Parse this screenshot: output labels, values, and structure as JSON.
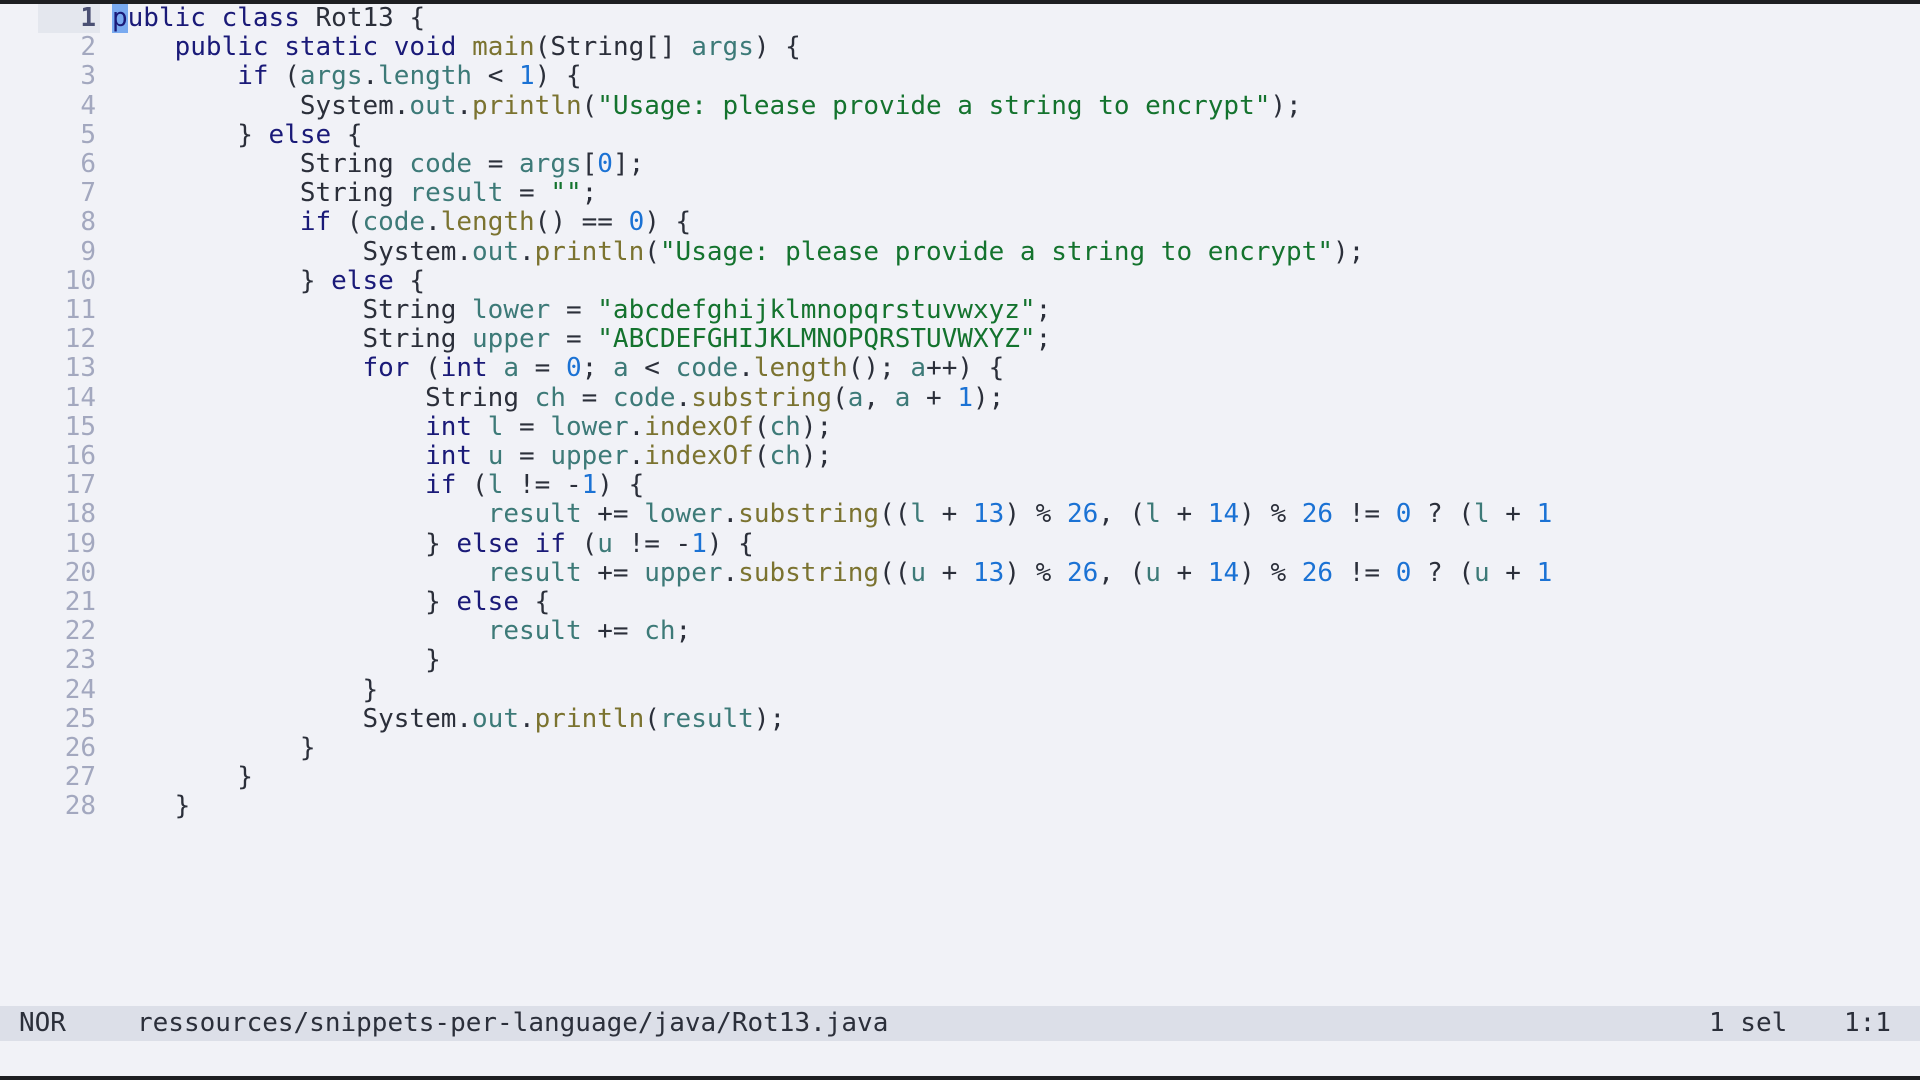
{
  "editor": {
    "mode": "NOR",
    "file_path": "ressources/snippets-per-language/java/Rot13.java",
    "selection_count": "1 sel",
    "cursor_position": "1:1",
    "active_line": 1,
    "colors": {
      "background": "#f1f2f7",
      "keyword": "#1a1a78",
      "function": "#7b7330",
      "variable": "#3d7a78",
      "number": "#1b72d4",
      "string": "#14732e",
      "text": "#2b2f3a",
      "gutter": "#a3a8bf",
      "statusbar": "#dcdfe8",
      "cursor": "#79aaf0"
    },
    "lines": [
      {
        "n": "1",
        "text": "public class Rot13 {"
      },
      {
        "n": "2",
        "text": "    public static void main(String[] args) {"
      },
      {
        "n": "3",
        "text": "        if (args.length < 1) {"
      },
      {
        "n": "4",
        "text": "            System.out.println(\"Usage: please provide a string to encrypt\");"
      },
      {
        "n": "5",
        "text": "        } else {"
      },
      {
        "n": "6",
        "text": "            String code = args[0];"
      },
      {
        "n": "7",
        "text": "            String result = \"\";"
      },
      {
        "n": "8",
        "text": "            if (code.length() == 0) {"
      },
      {
        "n": "9",
        "text": "                System.out.println(\"Usage: please provide a string to encrypt\");"
      },
      {
        "n": "10",
        "text": "            } else {"
      },
      {
        "n": "11",
        "text": "                String lower = \"abcdefghijklmnopqrstuvwxyz\";"
      },
      {
        "n": "12",
        "text": "                String upper = \"ABCDEFGHIJKLMNOPQRSTUVWXYZ\";"
      },
      {
        "n": "13",
        "text": "                for (int a = 0; a < code.length(); a++) {"
      },
      {
        "n": "14",
        "text": "                    String ch = code.substring(a, a + 1);"
      },
      {
        "n": "15",
        "text": "                    int l = lower.indexOf(ch);"
      },
      {
        "n": "16",
        "text": "                    int u = upper.indexOf(ch);"
      },
      {
        "n": "17",
        "text": "                    if (l != -1) {"
      },
      {
        "n": "18",
        "text": "                        result += lower.substring((l + 13) % 26, (l + 14) % 26 != 0 ? (l + 1"
      },
      {
        "n": "19",
        "text": "                    } else if (u != -1) {"
      },
      {
        "n": "20",
        "text": "                        result += upper.substring((u + 13) % 26, (u + 14) % 26 != 0 ? (u + 1"
      },
      {
        "n": "21",
        "text": "                    } else {"
      },
      {
        "n": "22",
        "text": "                        result += ch;"
      },
      {
        "n": "23",
        "text": "                    }"
      },
      {
        "n": "24",
        "text": "                }"
      },
      {
        "n": "25",
        "text": "                System.out.println(result);"
      },
      {
        "n": "26",
        "text": "            }"
      },
      {
        "n": "27",
        "text": "        }"
      },
      {
        "n": "28",
        "text": "    }"
      }
    ]
  }
}
